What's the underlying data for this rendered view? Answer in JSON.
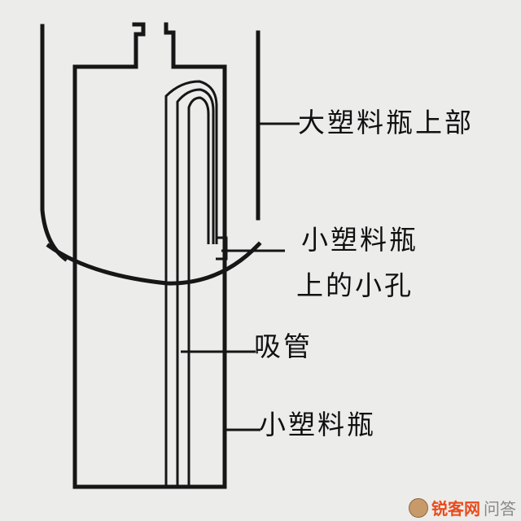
{
  "labels": {
    "large_bottle_top": "大塑料瓶上部",
    "hole_line1": "小塑料瓶",
    "hole_line2": "上的小孔",
    "straw": "吸管",
    "small_bottle": "小塑料瓶"
  },
  "watermark": {
    "brand": "锐客网",
    "suffix": "问答"
  },
  "colors": {
    "stroke": "#161616",
    "background": "#ececea",
    "watermark": "#e94b1c"
  }
}
